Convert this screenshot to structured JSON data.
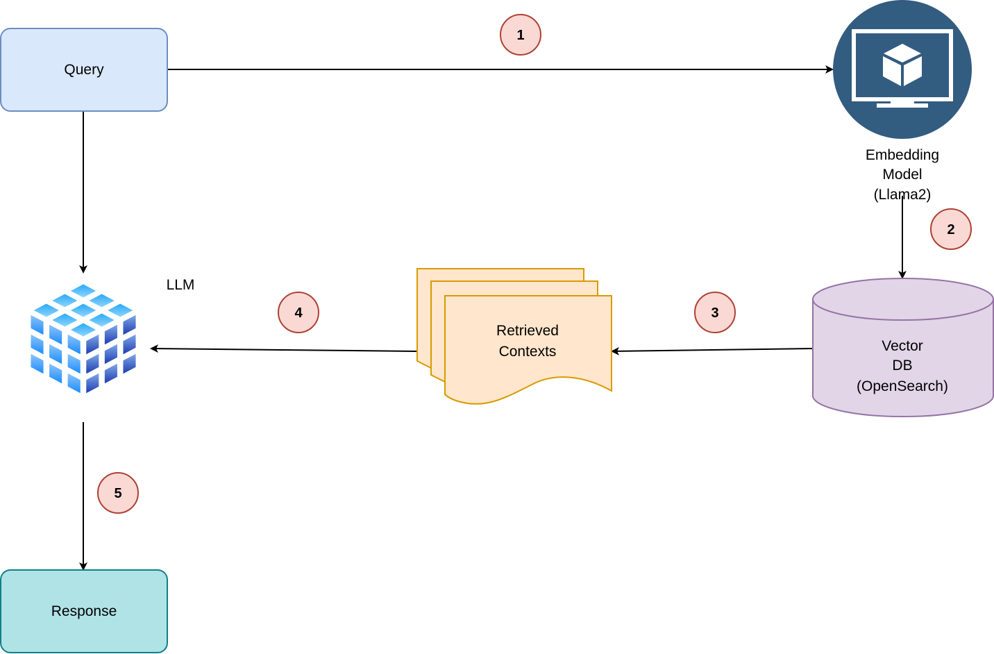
{
  "diagram": {
    "nodes": {
      "query": {
        "label": "Query",
        "fill": "#dae8fc",
        "stroke": "#6c8ebf"
      },
      "embedding": {
        "label_lines": [
          "Embedding",
          "Model",
          "(Llama2)"
        ],
        "fill": "#335c81"
      },
      "llm": {
        "label": "LLM"
      },
      "contexts": {
        "label_lines": [
          "Retrieved",
          "Contexts"
        ],
        "fill": "#ffe6cc",
        "stroke": "#d79b00"
      },
      "vectordb": {
        "label_lines": [
          "Vector",
          "DB",
          "(OpenSearch)"
        ],
        "fill": "#e1d5e7",
        "stroke": "#9673a6"
      },
      "response": {
        "label": "Response",
        "fill": "#b0e3e6",
        "stroke": "#0e8088"
      }
    },
    "steps": [
      {
        "id": "1",
        "label": "1"
      },
      {
        "id": "2",
        "label": "2"
      },
      {
        "id": "3",
        "label": "3"
      },
      {
        "id": "4",
        "label": "4"
      },
      {
        "id": "5",
        "label": "5"
      }
    ],
    "badge_colors": {
      "fill": "#fad9d5",
      "stroke": "#ae4132"
    },
    "edges": [
      {
        "from": "query",
        "to": "embedding",
        "step": "1"
      },
      {
        "from": "embedding",
        "to": "vectordb",
        "step": "2"
      },
      {
        "from": "vectordb",
        "to": "contexts",
        "step": "3"
      },
      {
        "from": "contexts",
        "to": "llm",
        "step": "4"
      },
      {
        "from": "query",
        "to": "llm"
      },
      {
        "from": "llm",
        "to": "response",
        "step": "5"
      }
    ]
  }
}
